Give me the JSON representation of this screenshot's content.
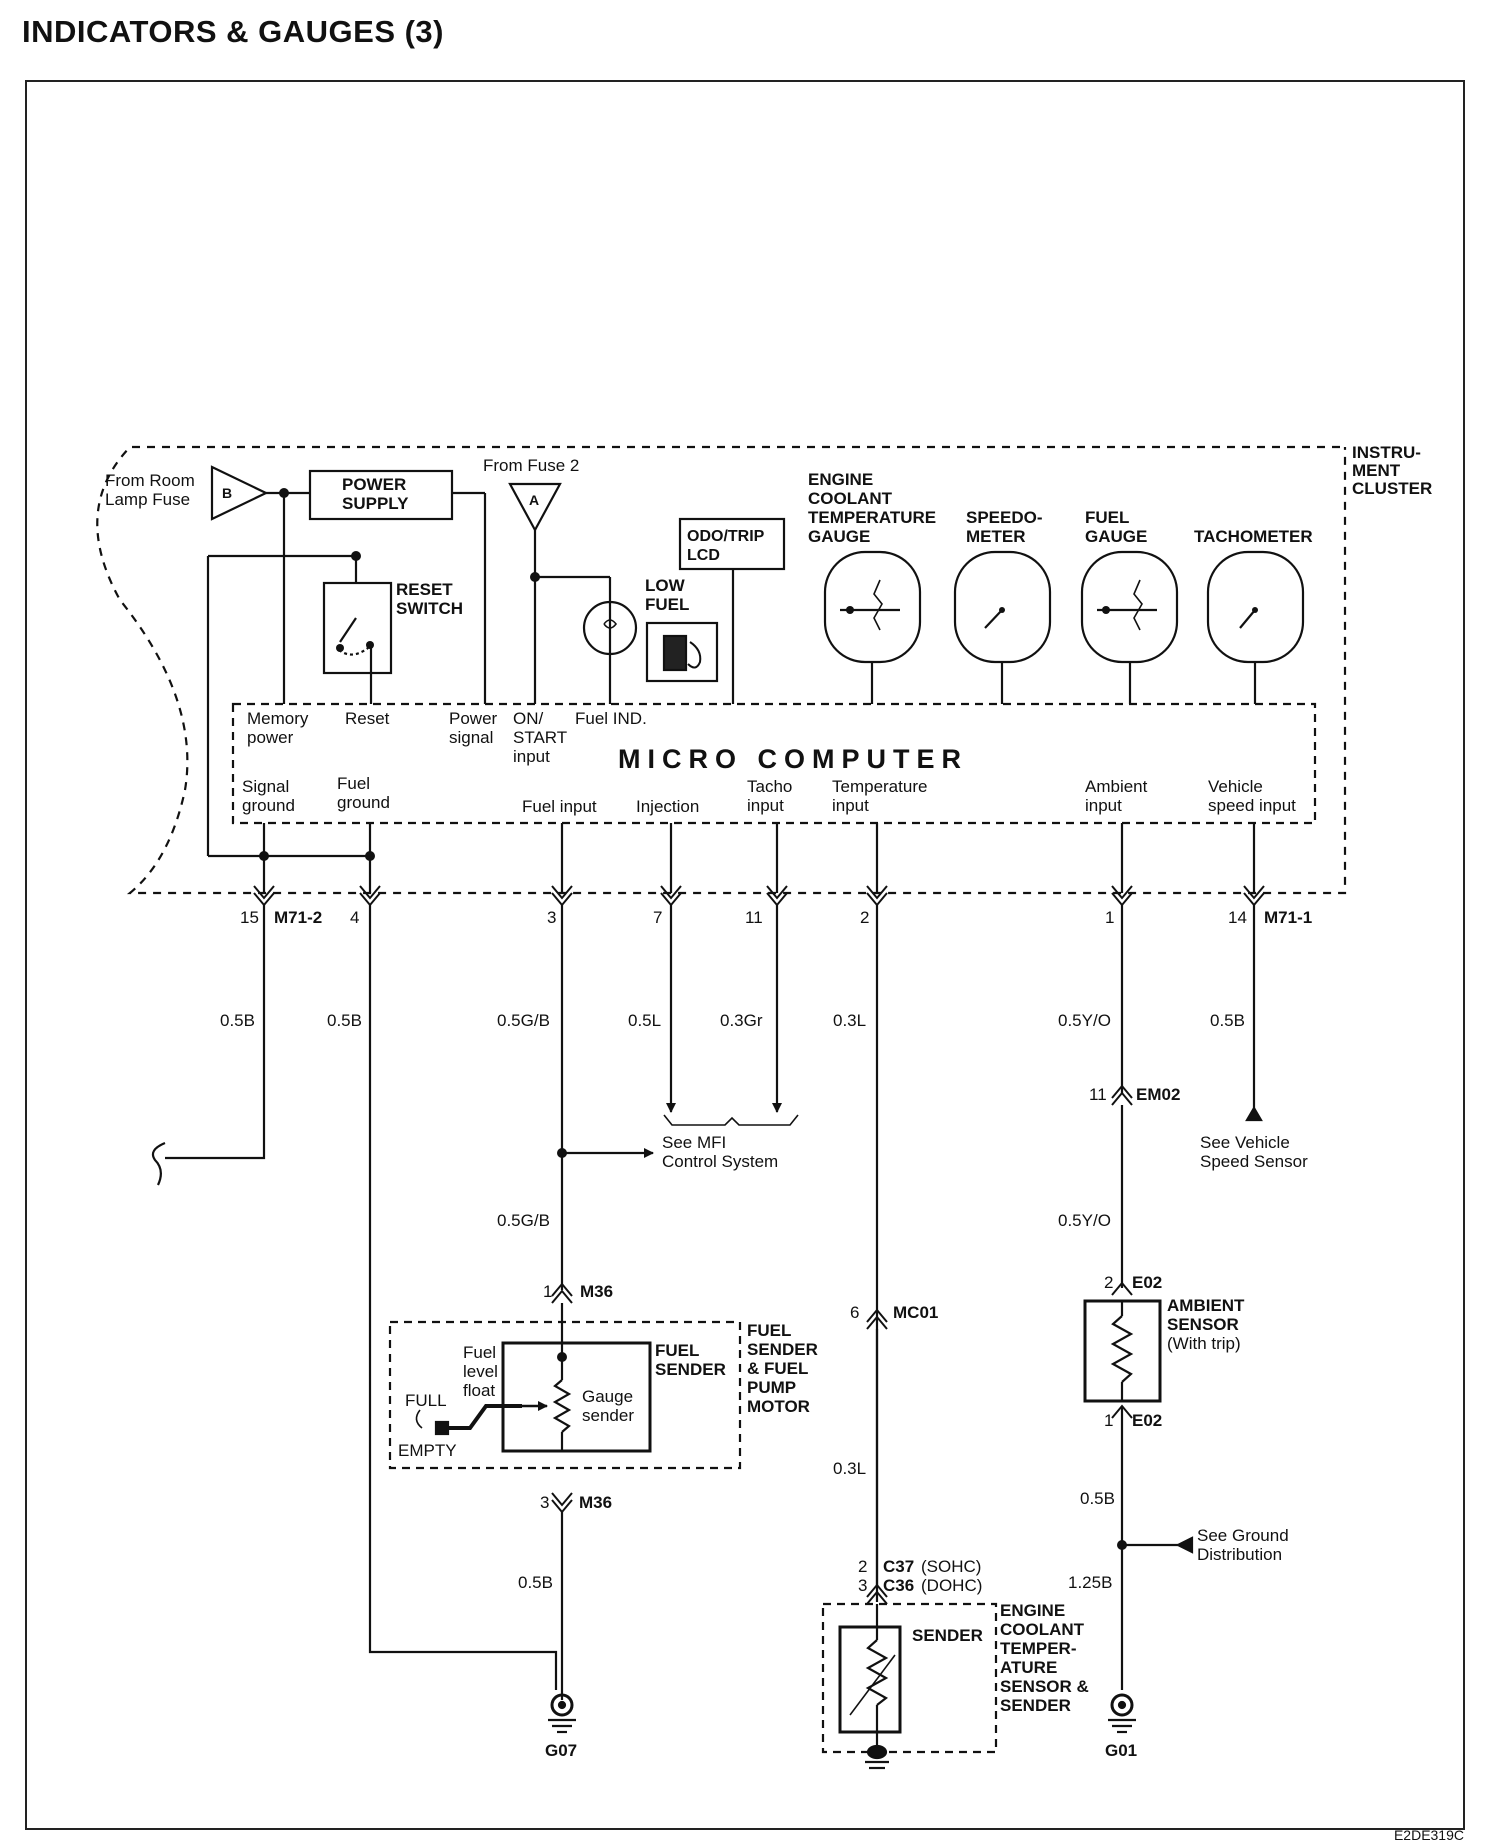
{
  "page_title": "INDICATORS & GAUGES (3)",
  "figure_code": "E2DE319C",
  "cluster": {
    "title": [
      "INSTRU-",
      "MENT",
      "CLUSTER"
    ],
    "from_room_lamp": [
      "From Room",
      "Lamp Fuse"
    ],
    "connector_b": "B",
    "power_supply": [
      "POWER",
      "SUPPLY"
    ],
    "reset_switch": [
      "RESET",
      "SWITCH"
    ],
    "from_fuse2": "From Fuse 2",
    "connector_a": "A",
    "odo_trip": [
      "ODO/TRIP",
      "LCD"
    ],
    "low_fuel": [
      "LOW",
      "FUEL"
    ],
    "gauges": {
      "coolant": [
        "ENGINE",
        "COOLANT",
        "TEMPERATURE",
        "GAUGE"
      ],
      "speedo": [
        "SPEEDO-",
        "METER"
      ],
      "fuel": [
        "FUEL",
        "GAUGE"
      ],
      "tacho": "TACHOMETER"
    },
    "micro_computer": "MICRO COMPUTER",
    "top_labels": {
      "memory_power": [
        "Memory",
        "power"
      ],
      "reset": "Reset",
      "power_signal": [
        "Power",
        "signal"
      ],
      "on_start": [
        "ON/",
        "START",
        "input"
      ],
      "fuel_ind": "Fuel IND."
    },
    "bottom_labels": {
      "signal_ground": [
        "Signal",
        "ground"
      ],
      "fuel_ground": [
        "Fuel",
        "ground"
      ],
      "fuel_input": "Fuel input",
      "injection": "Injection",
      "tacho_input": [
        "Tacho",
        "input"
      ],
      "temperature_input": [
        "Temperature",
        "input"
      ],
      "ambient_input": [
        "Ambient",
        "input"
      ],
      "vehicle_speed_input": [
        "Vehicle",
        "speed input"
      ]
    }
  },
  "connectors": {
    "m71_2": "M71-2",
    "m71_1": "M71-1",
    "pins": {
      "p15": "15",
      "p4": "4",
      "p3": "3",
      "p7": "7",
      "p11": "11",
      "p2": "2",
      "p1": "1",
      "p14": "14"
    },
    "em02": {
      "pin": "11",
      "name": "EM02"
    },
    "m36_top": {
      "pin": "1",
      "name": "M36"
    },
    "m36_bottom": {
      "pin": "3",
      "name": "M36"
    },
    "mc01": {
      "pin": "6",
      "name": "MC01"
    },
    "e02_top": {
      "pin": "2",
      "name": "E02"
    },
    "e02_bottom": {
      "pin": "1",
      "name": "E02"
    },
    "c37": {
      "pin": "2",
      "name": "C37",
      "note": "(SOHC)"
    },
    "c36": {
      "pin": "3",
      "name": "C36",
      "note": "(DOHC)"
    }
  },
  "wires": {
    "w15": "0.5B",
    "w4": "0.5B",
    "w3": "0.5G/B",
    "w7": "0.5L",
    "w11": "0.3Gr",
    "w2": "0.3L",
    "w1": "0.5Y/O",
    "w14": "0.5B",
    "w3b": "0.5G/B",
    "w1b": "0.5Y/O",
    "w2b": "0.3L",
    "w_e02": "0.5B",
    "w_g01": "1.25B",
    "w_g07": "0.5B"
  },
  "refs": {
    "mfi": [
      "See MFI",
      "Control System"
    ],
    "vss": [
      "See Vehicle",
      "Speed Sensor"
    ],
    "ground": [
      "See Ground",
      "Distribution"
    ]
  },
  "fuel_sender": {
    "box_title": [
      "FUEL",
      "SENDER"
    ],
    "component": [
      "FUEL",
      "SENDER",
      "& FUEL",
      "PUMP",
      "MOTOR"
    ],
    "float": [
      "Fuel",
      "level",
      "float"
    ],
    "gauge_sender": [
      "Gauge",
      "sender"
    ],
    "full": "FULL",
    "empty": "EMPTY"
  },
  "ambient_sensor": [
    "AMBIENT",
    "SENSOR",
    "(With trip)"
  ],
  "coolant_sensor": {
    "box_title": "SENDER",
    "component": [
      "ENGINE",
      "COOLANT",
      "TEMPER-",
      "ATURE",
      "SENSOR &",
      "SENDER"
    ]
  },
  "grounds": {
    "g07": "G07",
    "g01": "G01"
  }
}
